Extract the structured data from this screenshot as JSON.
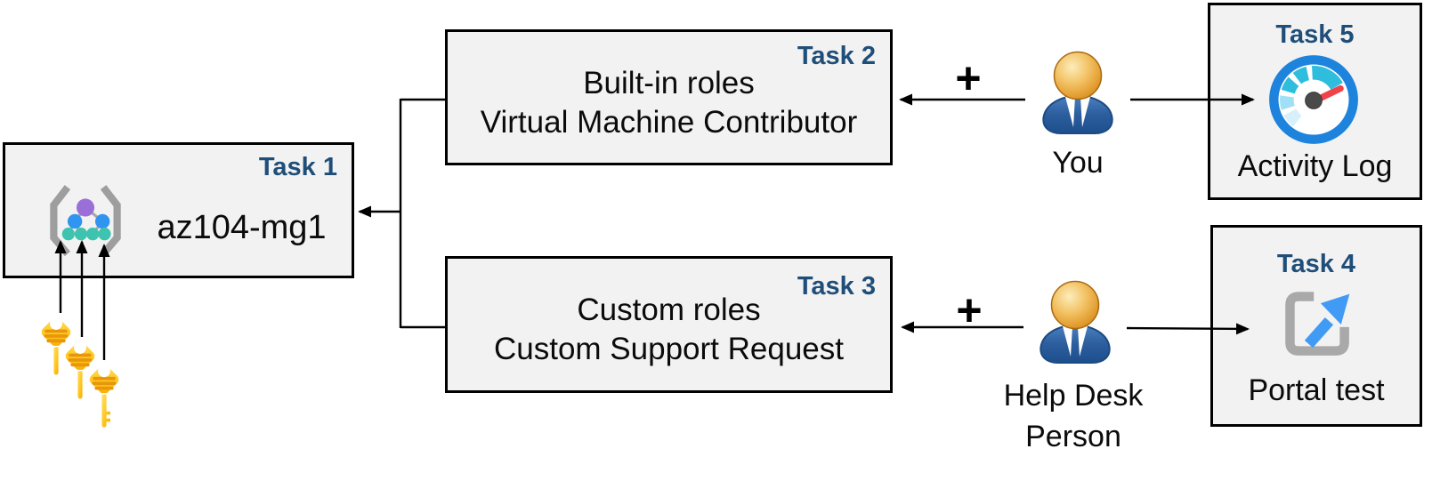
{
  "boxes": {
    "task1": {
      "badge": "Task 1",
      "label": "az104-mg1"
    },
    "task2": {
      "badge": "Task 2",
      "lines": [
        "Built-in roles",
        "Virtual Machine Contributor"
      ]
    },
    "task3": {
      "badge": "Task 3",
      "lines": [
        "Custom roles",
        "Custom Support Request"
      ]
    },
    "task4": {
      "badge": "Task 4",
      "label": "Portal test"
    },
    "task5": {
      "badge": "Task 5",
      "label": "Activity Log"
    }
  },
  "actors": {
    "you": {
      "label": "You"
    },
    "help_desk": {
      "lines": [
        "Help Desk",
        "Person"
      ]
    }
  },
  "operators": {
    "plus": "+"
  },
  "icons": {
    "task1": "management-group-icon",
    "task4": "external-link-icon",
    "task5": "activity-log-gauge-icon",
    "actors": "person-icon",
    "keys": "key-icon"
  },
  "colors": {
    "task_badge": "#1f4e79",
    "box_fill": "#f2f2f2",
    "box_border": "#000000",
    "connector": "#000000",
    "key_gold": "#ffc61e",
    "key_stripe": "#e8960c",
    "person_head": "#e8a33d",
    "person_body": "#2d5f9e",
    "gauge_ring": "#1d83dc",
    "gauge_segment_teal": "#2fbddd",
    "gauge_segment_light": "#9fe0f6",
    "gauge_segment_pale": "#d6f1fb",
    "gauge_needle": "#f04349",
    "gauge_hub": "#4a4a4a",
    "mg_purple": "#9a70d8",
    "mg_blue": "#3094f1",
    "mg_teal": "#3ec3ae",
    "link_blue": "#419bf5",
    "bracket_gray": "#a9a9a9"
  }
}
